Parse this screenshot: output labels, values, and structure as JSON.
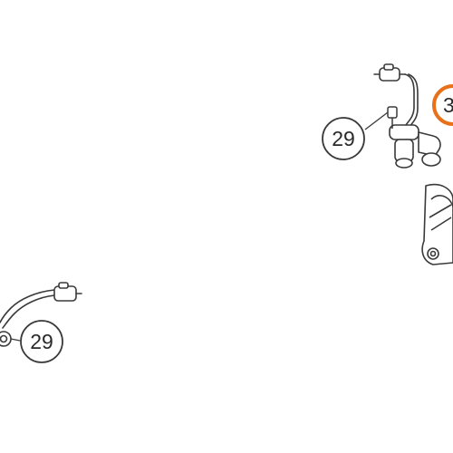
{
  "colors": {
    "line": "#3a3a3a",
    "highlight": "#e8701a",
    "background": "#ffffff"
  },
  "callouts": [
    {
      "label": "29",
      "highlighted": false
    },
    {
      "label": "29",
      "highlighted": false
    },
    {
      "label": "3",
      "highlighted": true
    }
  ]
}
